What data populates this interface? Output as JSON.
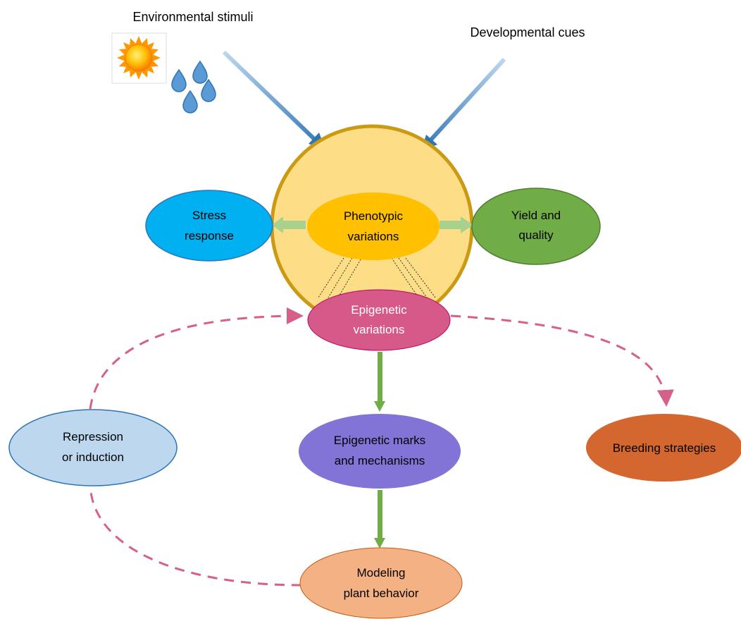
{
  "inputs": {
    "environmental": "Environmental stimuli",
    "developmental": "Developmental cues"
  },
  "nodes": {
    "stress": {
      "line1": "Stress",
      "line2": "response"
    },
    "phenotypic": {
      "line1": "Phenotypic",
      "line2": "variations"
    },
    "yield": {
      "line1": "Yield and",
      "line2": "quality"
    },
    "epigenetic": {
      "line1": "Epigenetic",
      "line2": "variations"
    },
    "repression": {
      "line1": "Repression",
      "line2": "or induction"
    },
    "marks": {
      "line1": "Epigenetic marks",
      "line2": "and mechanisms"
    },
    "breeding": {
      "line1": "Breeding strategies"
    },
    "modeling": {
      "line1": "Modeling",
      "line2": "plant behavior"
    }
  },
  "icons": [
    "sun-icon",
    "water-drops-icon"
  ],
  "colors": {
    "big_circle_fill": "#FDDD85",
    "big_circle_stroke": "#C99A12",
    "stress": "#00B0F0",
    "phenotypic": "#FFC000",
    "yield": "#70AD47",
    "epigenetic": "#D55A8A",
    "repression": "#BDD7EE",
    "marks": "#8174D6",
    "breeding": "#D4672F",
    "modeling": "#F4B183",
    "dashed_arrow": "#D5608A",
    "green_arrow": "#70AD47",
    "blue_arrow": "#4A86C8"
  }
}
